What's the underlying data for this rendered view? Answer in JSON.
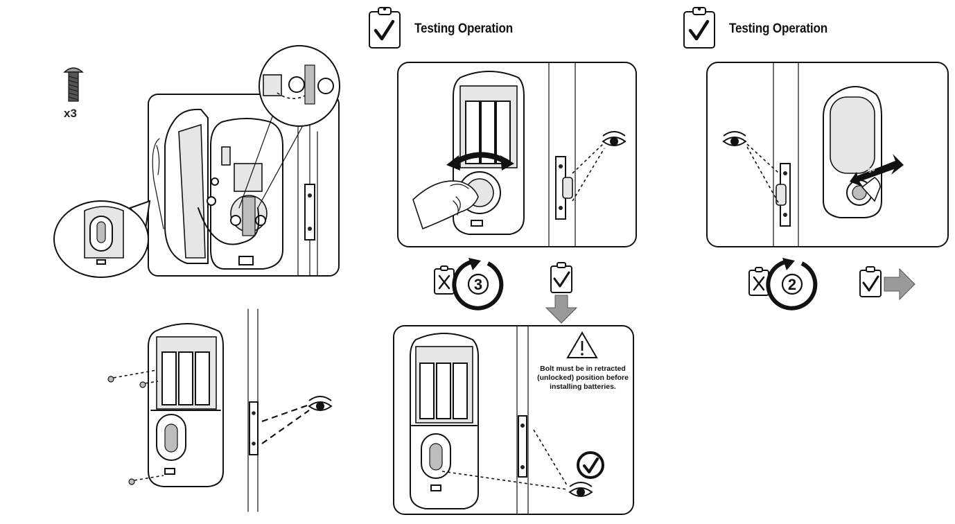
{
  "screws": {
    "quantity": "x3"
  },
  "panels": [
    {
      "heading": "Testing Operation"
    },
    {
      "heading": "Testing Operation"
    }
  ],
  "warning": {
    "text_line1": "Bolt must be in retracted",
    "text_line2": "(unlocked) position before",
    "text_line3": "installing batteries."
  },
  "cycles": [
    {
      "count": "3"
    },
    {
      "count": "2"
    }
  ],
  "key_turn": {
    "angle": "90°"
  },
  "colors": {
    "line": "#111111",
    "arrow_gray": "#9a9a9a",
    "fill_light": "#e6e6e6"
  }
}
